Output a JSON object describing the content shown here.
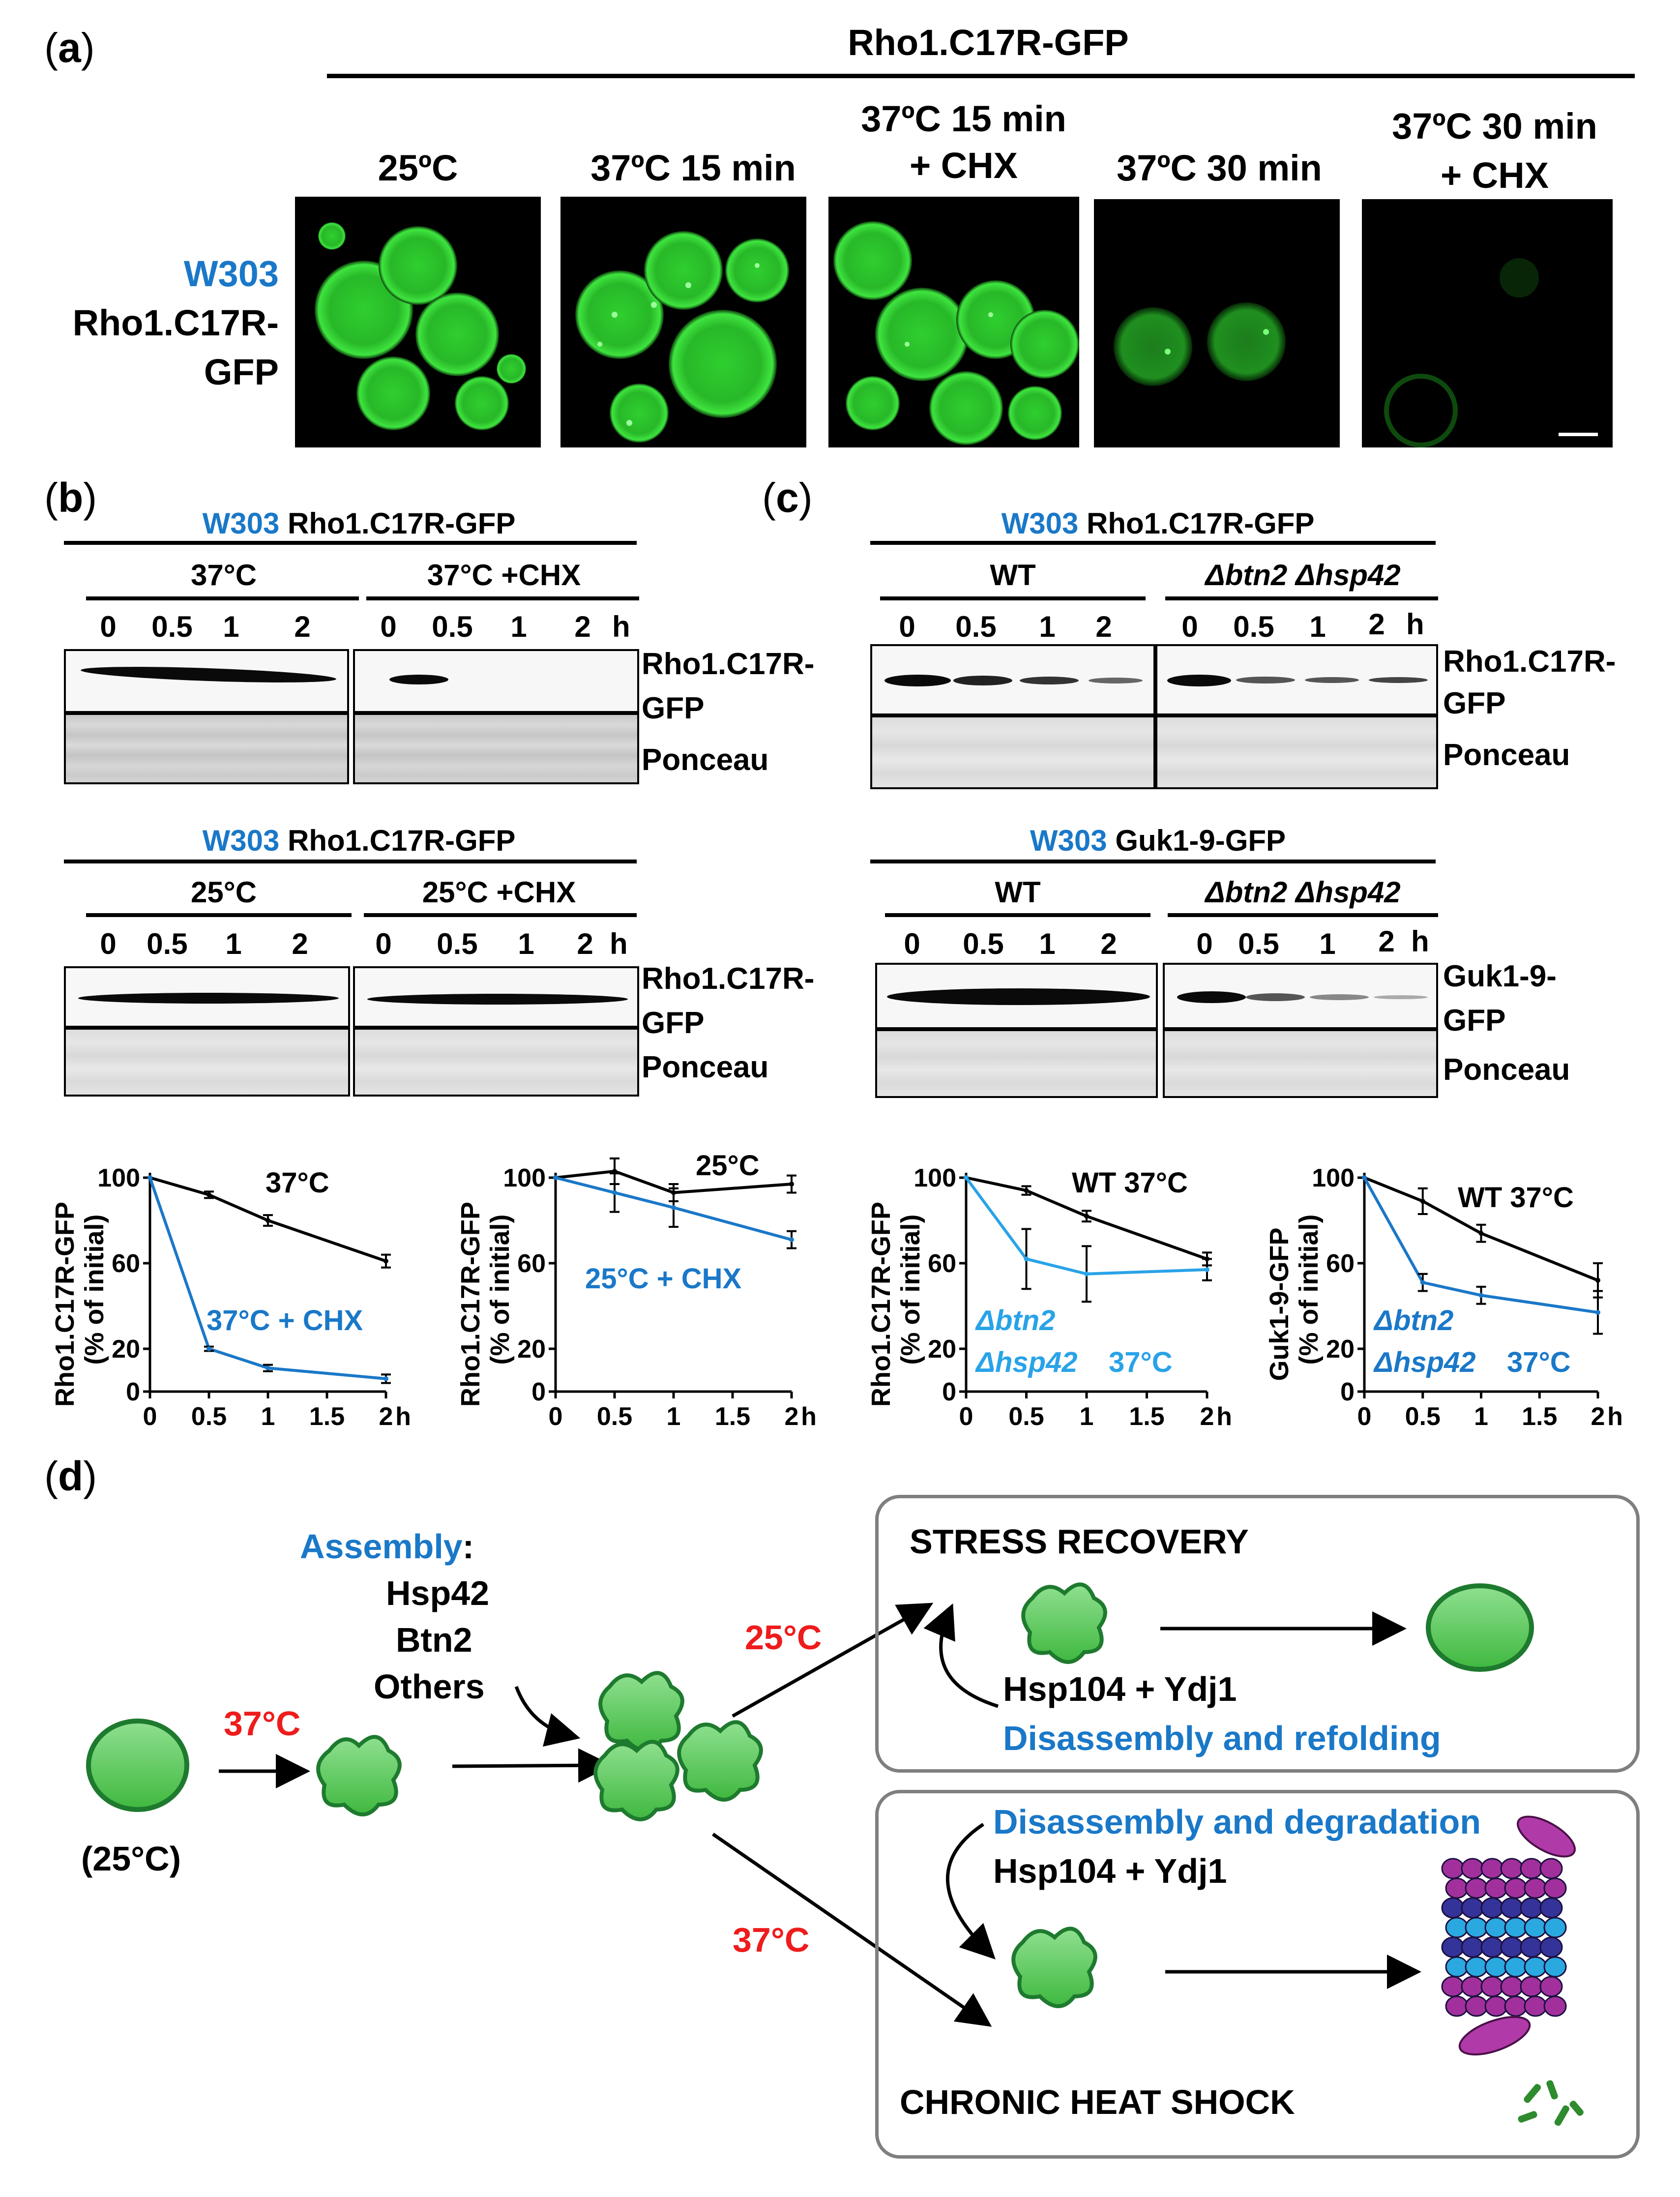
{
  "panel_a": {
    "letter": "a",
    "header": "Rho1.C17R-GFP",
    "conditions": [
      "25ºC",
      "37ºC 15 min",
      "37ºC 15 min",
      "+ CHX",
      "37ºC 30 min",
      "37ºC 30 min",
      "+ CHX"
    ],
    "strain_blue": "W303",
    "strain_line1": "Rho1.C17R-",
    "strain_line2": "GFP"
  },
  "panel_b": {
    "letter": "b",
    "top": {
      "title_blue": "W303",
      "title": "Rho1.C17R-GFP",
      "group1": "37°C",
      "group2": "37°C +CHX",
      "lanes": [
        "0",
        "0.5",
        "1",
        "2"
      ],
      "unit": "h",
      "label_line1": "Rho1.C17R-",
      "label_line2": "GFP",
      "ponceau": "Ponceau"
    },
    "bottom": {
      "title_blue": "W303",
      "title": "Rho1.C17R-GFP",
      "group1": "25°C",
      "group2": "25°C +CHX",
      "lanes": [
        "0",
        "0.5",
        "1",
        "2"
      ],
      "unit": "h",
      "label_line1": "Rho1.C17R-",
      "label_line2": "GFP",
      "ponceau": "Ponceau"
    }
  },
  "panel_c": {
    "letter": "c",
    "top": {
      "title_blue": "W303",
      "title": "Rho1.C17R-GFP",
      "group1": "WT",
      "group2": "Δbtn2 Δhsp42",
      "lanes": [
        "0",
        "0.5",
        "1",
        "2"
      ],
      "unit": "h",
      "label_line1": "Rho1.C17R-",
      "label_line2": "GFP",
      "ponceau": "Ponceau"
    },
    "bottom": {
      "title_blue": "W303",
      "title": "Guk1-9-GFP",
      "group1": "WT",
      "group2": "Δbtn2 Δhsp42",
      "lanes": [
        "0",
        "0.5",
        "1",
        "2"
      ],
      "unit": "h",
      "label_line1": "Guk1-9-",
      "label_line2": "GFP",
      "ponceau": "Ponceau"
    }
  },
  "chart_data": [
    {
      "type": "line",
      "ylabel_line1": "Rho1.C17R-GFP",
      "ylabel_line2": "(% of initial)",
      "x": [
        0,
        0.5,
        1,
        2
      ],
      "xticks": [
        "0",
        "0.5",
        "1",
        "1.5",
        "2"
      ],
      "xunit": "h",
      "yticks": [
        0,
        20,
        60,
        100
      ],
      "ylim": [
        0,
        100
      ],
      "xlim": [
        0,
        2
      ],
      "series": [
        {
          "name": "37°C",
          "color": "#000000",
          "values": [
            100,
            92,
            80,
            61
          ],
          "err": [
            0,
            1.5,
            2.5,
            3
          ]
        },
        {
          "name": "37°C + CHX",
          "color": "#1a78c8",
          "values": [
            100,
            20,
            11,
            6
          ],
          "err": [
            0,
            1,
            1.5,
            2
          ]
        }
      ]
    },
    {
      "type": "line",
      "ylabel_line1": "Rho1.C17R-GFP",
      "ylabel_line2": "(% of initial)",
      "x": [
        0,
        0.5,
        1,
        2
      ],
      "xticks": [
        "0",
        "0.5",
        "1",
        "1.5",
        "2"
      ],
      "xunit": "h",
      "yticks": [
        0,
        20,
        60,
        100
      ],
      "ylim": [
        0,
        100
      ],
      "xlim": [
        0,
        2
      ],
      "series": [
        {
          "name": "25°C",
          "color": "#000000",
          "values": [
            100,
            103,
            93,
            97
          ],
          "err": [
            0,
            6,
            4,
            4
          ]
        },
        {
          "name": "25°C + CHX",
          "color": "#1a78c8",
          "values": [
            100,
            93,
            86,
            71
          ],
          "err": [
            0,
            9,
            9,
            4
          ]
        }
      ]
    },
    {
      "type": "line",
      "ylabel_line1": "Rho1.C17R-GFP",
      "ylabel_line2": "(% of initial)",
      "x": [
        0,
        0.5,
        1,
        2
      ],
      "xticks": [
        "0",
        "0.5",
        "1",
        "1.5",
        "2"
      ],
      "xunit": "h",
      "yticks": [
        0,
        20,
        60,
        100
      ],
      "ylim": [
        0,
        100
      ],
      "xlim": [
        0,
        2
      ],
      "series": [
        {
          "name": "WT 37°C",
          "color": "#000000",
          "values": [
            100,
            94,
            82,
            62
          ],
          "err": [
            0,
            2,
            2.5,
            3
          ]
        },
        {
          "name_line1": "Δbtn2",
          "name_line2": "Δhsp42",
          "name_suffix": "37°C",
          "color": "#29a3e8",
          "values": [
            100,
            62,
            55,
            57
          ],
          "err": [
            0,
            14,
            13,
            5
          ]
        }
      ]
    },
    {
      "type": "line",
      "ylabel_line1": "Guk1-9-GFP",
      "ylabel_line2": "(% of initial)",
      "x": [
        0,
        0.5,
        1,
        2
      ],
      "xticks": [
        "0",
        "0.5",
        "1",
        "1.5",
        "2"
      ],
      "xunit": "h",
      "yticks": [
        0,
        20,
        60,
        100
      ],
      "ylim": [
        0,
        100
      ],
      "xlim": [
        0,
        2
      ],
      "series": [
        {
          "name": "WT 37°C",
          "color": "#000000",
          "values": [
            100,
            89,
            74,
            52
          ],
          "err": [
            0,
            6,
            4,
            8
          ]
        },
        {
          "name_line1": "Δbtn2",
          "name_line2": "Δhsp42",
          "name_suffix": "37°C",
          "color": "#1a78c8",
          "values": [
            100,
            51,
            45,
            37
          ],
          "err": [
            0,
            4,
            4,
            10
          ]
        }
      ]
    }
  ],
  "panel_d": {
    "letter": "d",
    "assembly_blue": "Assembly",
    "assembly_colon": ":",
    "assembly_items": [
      "Hsp42",
      "Btn2",
      "Others"
    ],
    "temp_37_first": "37°C",
    "temp_25_label": "(25°C)",
    "temp_25_up": "25°C",
    "temp_37_down": "37°C",
    "recovery_title": "STRESS RECOVERY",
    "recovery_chaperones": "Hsp104 + Ydj1",
    "recovery_process": "Disassembly and refolding",
    "heat_process": "Disassembly and degradation",
    "heat_chaperones": "Hsp104 + Ydj1",
    "heat_title": "CHRONIC HEAT SHOCK"
  }
}
